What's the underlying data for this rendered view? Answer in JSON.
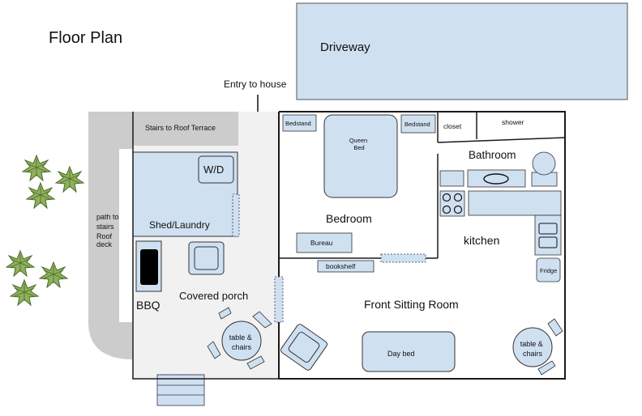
{
  "title": "Floor Plan",
  "entry_label": "Entry to house",
  "rooms": {
    "driveway": "Driveway",
    "stairs": "Stairs to Roof Terrace",
    "wd": "W/D",
    "shed": "Shed/Laundry",
    "path_lines": [
      "path to",
      "stairs",
      "Roof",
      "deck"
    ],
    "bbq": "BBQ",
    "covered_porch": "Covered porch",
    "bedroom": "Bedroom",
    "queen_bed_lines": [
      "Queen",
      "Bed"
    ],
    "bedstand_left": "Bedstand",
    "bedstand_right": "Bedstand",
    "bureau": "Bureau",
    "bookshelf": "bookshelf",
    "closet": "closet",
    "shower": "shower",
    "bathroom": "Bathroom",
    "kitchen": "kitchen",
    "fridge": "Fridge",
    "front_sitting_room": "Front Sitting Room",
    "day_bed": "Day bed",
    "table_chairs_porch_lines": [
      "table &",
      "chairs"
    ],
    "table_chairs_room_lines": [
      "table &",
      "chairs"
    ]
  },
  "colors": {
    "fill_light_blue": "#cfe0f1",
    "fill_porch": "#f1f1f1",
    "fill_gray": "#cccccc",
    "plant_green": "#8fb15a",
    "plant_dark": "#4a6a2c",
    "wall": "#1a1a1a"
  }
}
